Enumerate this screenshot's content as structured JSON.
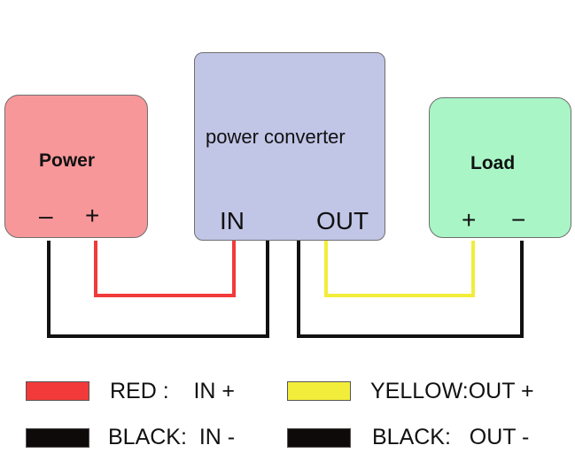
{
  "power": {
    "title": "Power",
    "minus": "–",
    "plus": "+"
  },
  "converter": {
    "title": "power converter",
    "in": "IN",
    "out": "OUT"
  },
  "load": {
    "title": "Load",
    "plus": "+",
    "minus": "−"
  },
  "legend": [
    {
      "color": "#f23a3a",
      "text": "RED :    IN +"
    },
    {
      "color": "#f2ed3a",
      "text": "YELLOW:OUT +"
    },
    {
      "color": "#0f0a0a",
      "text": "BLACK:  IN -"
    },
    {
      "color": "#0f0a0a",
      "text": "BLACK:   OUT -"
    }
  ],
  "colors": {
    "power_fill": "#f7979a",
    "converter_fill": "#c1c5e6",
    "load_fill": "#a9f5c6",
    "red_wire": "#f23a3a",
    "yellow_wire": "#f2ed3a",
    "black_wire": "#111111"
  }
}
